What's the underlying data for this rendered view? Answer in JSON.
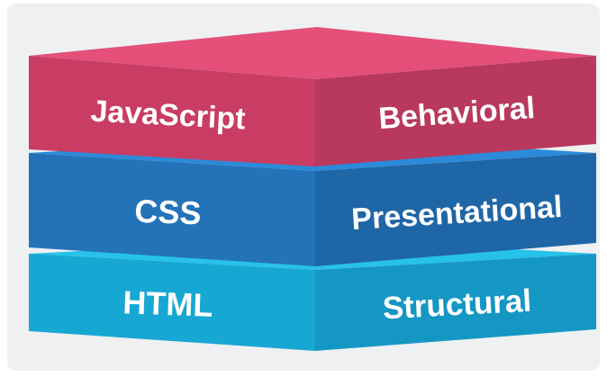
{
  "diagram": {
    "colors": {
      "background": "#ffffff",
      "backdrop": "#eef0f2",
      "javascript_top": "#e4507a",
      "javascript_left": "#c93c64",
      "javascript_right": "#b8385e",
      "css_top": "#2c8ad8",
      "css_left": "#2473b8",
      "css_right": "#1f66a6",
      "html_top": "#27c2ea",
      "html_left": "#17a7d3",
      "html_right": "#1597c4",
      "text": "#ffffff"
    },
    "layers": [
      {
        "id": "javascript",
        "technology": "JavaScript",
        "role": "Behavioral"
      },
      {
        "id": "css",
        "technology": "CSS",
        "role": "Presentational"
      },
      {
        "id": "html",
        "technology": "HTML",
        "role": "Structural"
      }
    ]
  }
}
